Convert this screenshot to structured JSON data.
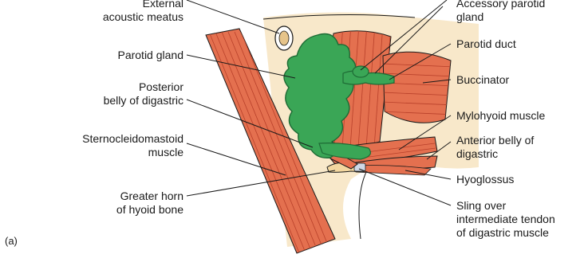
{
  "panel_label": "(a)",
  "labels": {
    "external_acoustic_meatus": [
      "External",
      "acoustic meatus"
    ],
    "parotid_gland": [
      "Parotid gland"
    ],
    "posterior_belly_digastric": [
      "Posterior",
      "belly of digastric"
    ],
    "sternocleidomastoid": [
      "Sternocleidomastoid",
      "muscle"
    ],
    "greater_horn_hyoid": [
      "Greater horn",
      "of hyoid bone"
    ],
    "accessory_parotid": [
      "Accessory parotid",
      "gland"
    ],
    "parotid_duct": [
      "Parotid duct"
    ],
    "buccinator": [
      "Buccinator"
    ],
    "mylohyoid": [
      "Mylohyoid muscle"
    ],
    "anterior_belly_digastric": [
      "Anterior belly of",
      "digastric"
    ],
    "hyoglossus": [
      "Hyoglossus"
    ],
    "sling_tendon": [
      "Sling over",
      "intermediate tendon",
      "of digastric muscle"
    ]
  },
  "colors": {
    "muscle": "#e4704f",
    "muscle_dark": "#b8402a",
    "gland": "#3aa656",
    "gland_edge": "#1e6b35",
    "skin": "#f6e0b8",
    "bone": "#f3d7a0",
    "line": "#1a1a1a"
  }
}
